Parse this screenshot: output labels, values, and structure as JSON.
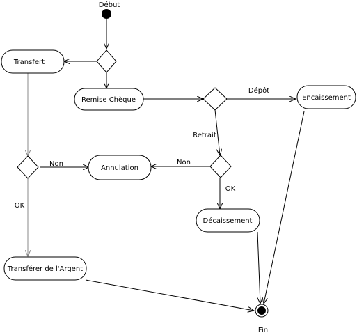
{
  "diagram": {
    "nodes": {
      "start": "Début",
      "end": "Fin",
      "transfert": "Transfert",
      "remise_cheque": "Remise Chèque",
      "encaissement": "Encaissement",
      "annulation": "Annulation",
      "decaissement": "Décaissement",
      "transferer_argent": "Transférer de l'Argent"
    },
    "edge_labels": {
      "depot": "Dépôt",
      "retrait": "Retrait",
      "non_left": "Non",
      "non_right": "Non",
      "ok_left": "OK",
      "ok_right": "OK"
    }
  }
}
